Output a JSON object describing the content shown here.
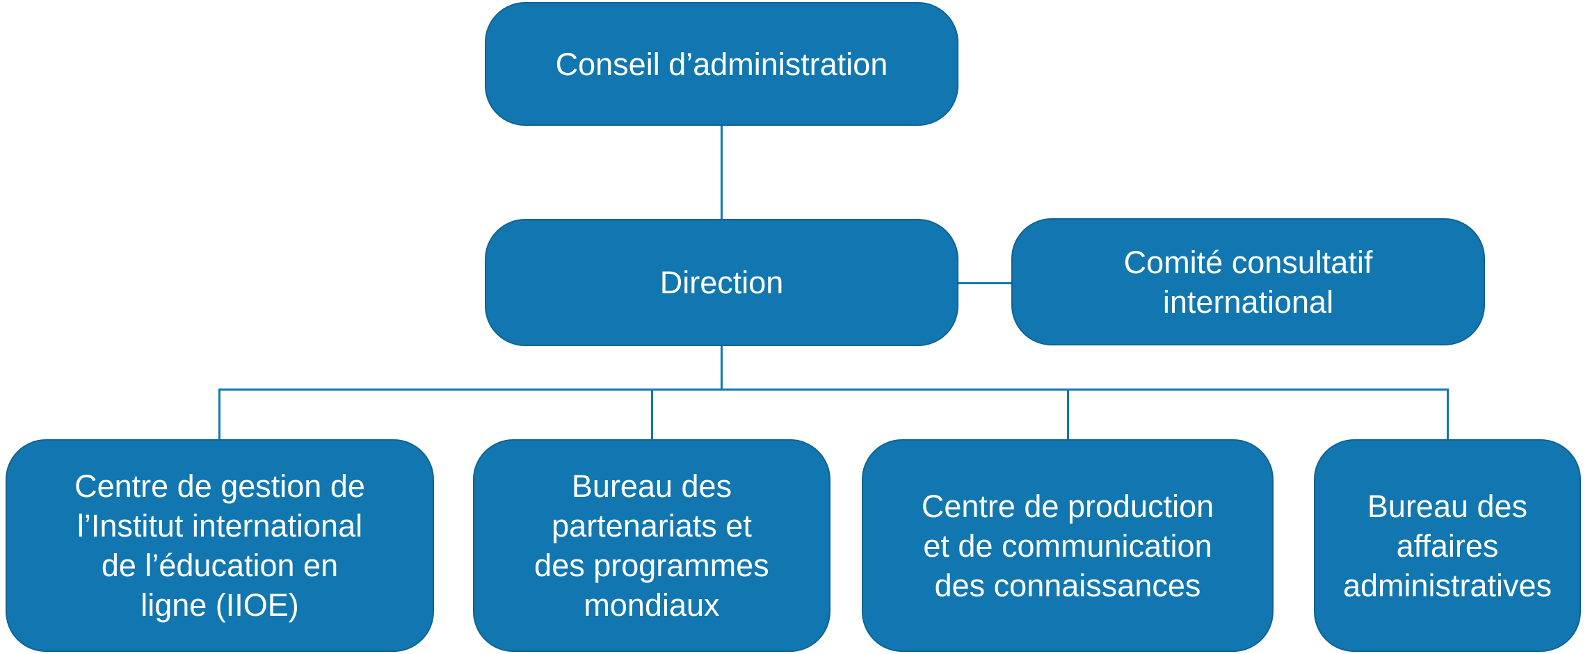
{
  "diagram_type": "org-chart",
  "colors": {
    "node_fill": "#1277B0",
    "node_border": "#0e6394",
    "node_text": "#ffffff",
    "connector": "#1277B0",
    "background": "#ffffff"
  },
  "nodes": {
    "board": {
      "label": "Conseil d’administration",
      "lines": [
        "Conseil d’administration"
      ]
    },
    "direction": {
      "label": "Direction",
      "lines": [
        "Direction"
      ]
    },
    "committee": {
      "label": "Comité consultatif international",
      "lines": [
        "Comité consultatif",
        "international"
      ]
    },
    "iioe": {
      "label": "Centre de gestion de l’Institut international de l’éducation en ligne (IIOE)",
      "lines": [
        "Centre de gestion de",
        "l’Institut international",
        "de l’éducation en",
        "ligne (IIOE)"
      ]
    },
    "partnerships": {
      "label": "Bureau des partenariats et des programmes mondiaux",
      "lines": [
        "Bureau des",
        "partenariats et",
        "des programmes",
        "mondiaux"
      ]
    },
    "knowledge": {
      "label": "Centre de production et de communication des connaissances",
      "lines": [
        "Centre de production",
        "et de communication",
        "des connaissances"
      ]
    },
    "admin": {
      "label": "Bureau des affaires administratives",
      "lines": [
        "Bureau des",
        "affaires",
        "administratives"
      ]
    }
  },
  "edges": [
    {
      "from": "board",
      "to": "direction",
      "kind": "vertical"
    },
    {
      "from": "direction",
      "to": "committee",
      "kind": "lateral"
    },
    {
      "from": "direction",
      "to": "iioe",
      "kind": "tree"
    },
    {
      "from": "direction",
      "to": "partnerships",
      "kind": "tree"
    },
    {
      "from": "direction",
      "to": "knowledge",
      "kind": "tree"
    },
    {
      "from": "direction",
      "to": "admin",
      "kind": "tree"
    }
  ]
}
